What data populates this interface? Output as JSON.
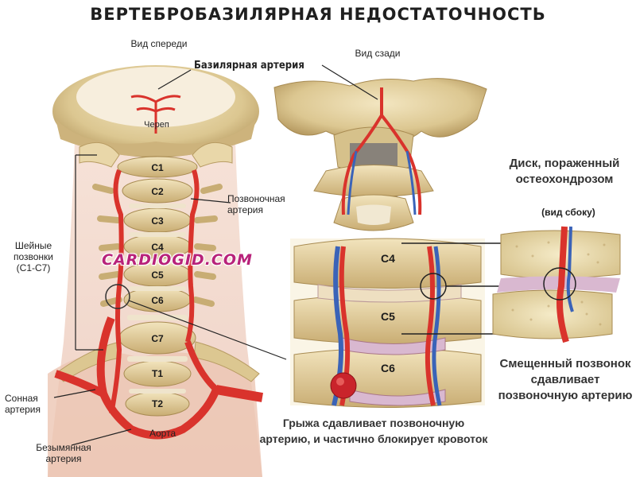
{
  "title": "ВЕРТЕБРОБАЗИЛЯРНАЯ НЕДОСТАТОЧНОСТЬ",
  "front_view": {
    "caption": "Вид спереди",
    "labels": {
      "basilar_artery": "Базилярная артерия",
      "skull": "Череп",
      "vertebral_artery": "Позвоночная\nартерия",
      "cervical_vertebrae": "Шейные\nпозвонки\n(C1-C7)",
      "carotid_artery": "Сонная\nартерия",
      "brachiocephalic_artery": "Безымянная\nартерия",
      "aorta": "Аорта"
    },
    "vertebrae": [
      "C1",
      "C2",
      "C3",
      "C4",
      "C5",
      "C6",
      "C7",
      "T1",
      "T2"
    ]
  },
  "back_view": {
    "caption": "Вид сзади"
  },
  "closeup": {
    "vertebrae": [
      "C4",
      "C5",
      "C6"
    ],
    "hernia_caption": "Грыжа сдавливает позвоночную\nартерию, и частично блокирует кровоток"
  },
  "side_view": {
    "caption": "Диск, пораженный\nостеохондрозом",
    "subcaption": "(вид сбоку)",
    "displaced_caption": "Смещенный позвонок\nсдавливает\nпозвоночную артерию"
  },
  "watermark": "CARDIOGID.COM",
  "colors": {
    "bone": "#e3d3a6",
    "bone_dark": "#b89c63",
    "artery": "#d9332c",
    "vein": "#3a63b8",
    "disc": "#d9b8d0"
  }
}
